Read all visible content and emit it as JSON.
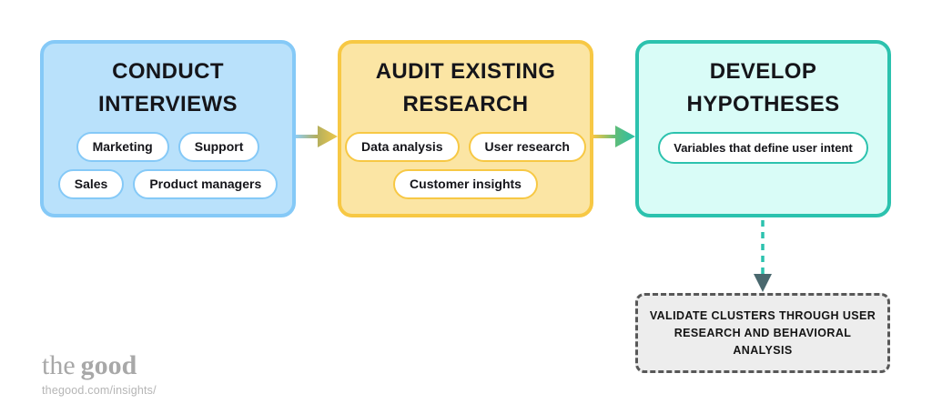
{
  "palette": {
    "blue_border": "#85c9f7",
    "blue_fill": "#b9e1fb",
    "yellow_border": "#f7c844",
    "yellow_fill": "#fbe5a4",
    "teal_border": "#2cc2ae",
    "teal_fill": "#d9fcf7",
    "gray_fill": "#ededed",
    "gray_border": "#585858",
    "text_dark": "#15151a",
    "arrow_blue": "#90cef1",
    "arrow_olive": "#b3ae5e",
    "arrow_gold": "#edc84a",
    "arrow_green": "#5cbd7c",
    "arrow_teal": "#2abfa7",
    "arrowhead_dark": "#4a686e",
    "logo_gray": "#a8a8a8"
  },
  "steps": [
    {
      "title": "CONDUCT INTERVIEWS",
      "tags": [
        "Marketing",
        "Support",
        "Sales",
        "Product managers"
      ]
    },
    {
      "title": "AUDIT EXISTING RESEARCH",
      "tags": [
        "Data analysis",
        "User research",
        "Customer insights"
      ]
    },
    {
      "title": "DEVELOP HYPOTHESES",
      "tags": [
        "Variables that define user intent"
      ]
    }
  ],
  "validate_box": {
    "label": "VALIDATE CLUSTERS THROUGH USER RESEARCH AND BEHAVIORAL ANALYSIS"
  },
  "footer": {
    "logo_the": "the",
    "logo_good": "good",
    "url": "thegood.com/insights/"
  }
}
